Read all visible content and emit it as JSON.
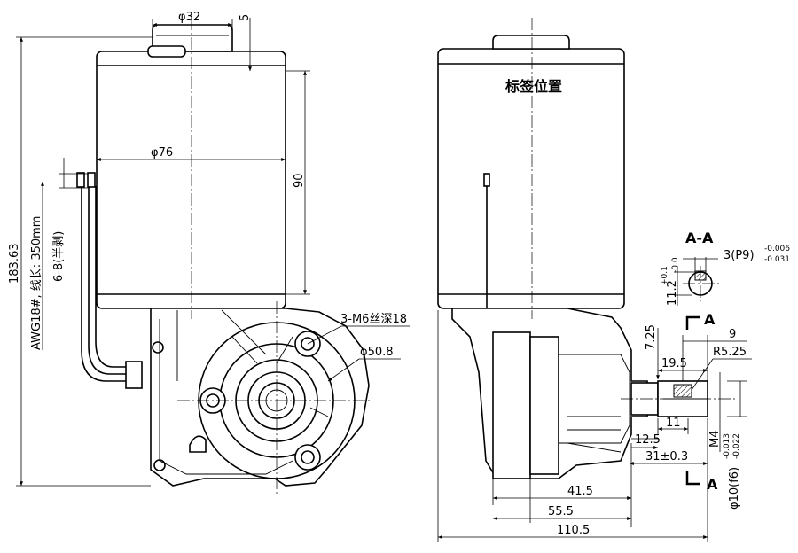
{
  "drawing": {
    "left_view": {
      "dims": {
        "shaft_dia": "φ32",
        "shaft_offset": "5",
        "body_dia": "φ76",
        "body_length": "90",
        "overall_height": "183.63",
        "wire_spec": "AWG18#, 线长: 350mm",
        "wire_strip": "6-8(半剥)",
        "mount_holes": "3-M6丝深18",
        "bolt_circle": "φ50.8"
      }
    },
    "right_view": {
      "label_position": "标签位置",
      "dims": {
        "section_title": "A-A",
        "key_width": "3(P9)",
        "key_tol_upper": "-0.006",
        "key_tol_lower": "-0.031",
        "key_depth": "11.2",
        "key_depth_tol_upper": "+0.1",
        "key_depth_tol_lower": "-0.0",
        "section_mark_top": "A",
        "section_mark_bottom": "A",
        "d_7_25": "7.25",
        "d_9": "9",
        "d_19_5": "19.5",
        "d_r5_25": "R5.25",
        "d_11": "11",
        "d_12_5": "12.5",
        "d_m4": "M4",
        "d_31": "31±0.3",
        "d_shaft": "φ10(f6)",
        "d_shaft_tol_upper": "-0.013",
        "d_shaft_tol_lower": "-0.022",
        "d_41_5": "41.5",
        "d_55_5": "55.5",
        "d_110_5": "110.5"
      }
    }
  }
}
